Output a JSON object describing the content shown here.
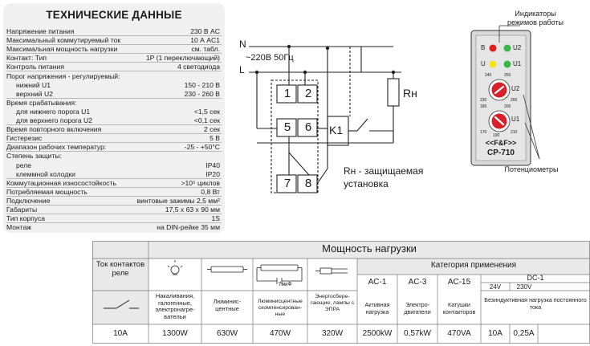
{
  "specs": {
    "title": "ТЕХНИЧЕСКИЕ ДАННЫЕ",
    "rows": [
      {
        "label": "Напряжение питания",
        "value": "230 В AC"
      },
      {
        "label": "Максимальный коммутируемый ток",
        "value": "10 А AC1"
      },
      {
        "label": "Максимальная мощность нагрузки",
        "value": "см. табл."
      },
      {
        "label": "Контакт: Тип",
        "value": "1P (1 переключающий)"
      },
      {
        "label": "Контроль питания",
        "value": "4 светодиода"
      },
      {
        "label": "Порог напряжения - регулируемый:",
        "value": ""
      },
      {
        "label": "нижний U1",
        "value": "150 - 210 В"
      },
      {
        "label": "верхний U2",
        "value": "230 - 260 В"
      },
      {
        "label": "Время срабатывания:",
        "value": ""
      },
      {
        "label": "для нижнего порога U1",
        "value": "<1,5 сек"
      },
      {
        "label": "для верхнего порога U2",
        "value": "<0,1 сек"
      },
      {
        "label": "Время повторного включения",
        "value": "2 сек"
      },
      {
        "label": "Гистерезис",
        "value": "5 В"
      },
      {
        "label": "Диапазон рабочих температур:",
        "value": "-25 - +50°C"
      },
      {
        "label": "Степень защиты:",
        "value": ""
      },
      {
        "label": "реле",
        "value": "IP40"
      },
      {
        "label": "клеммной колодки",
        "value": "IP20"
      },
      {
        "label": "Коммутационная износостойкость",
        "value": ">10⁵ циклов"
      },
      {
        "label": "Потребляемая мощность",
        "value": "0,8 Вт"
      },
      {
        "label": "Подключение",
        "value": "винтовые зажимы 2,5 мм²"
      },
      {
        "label": "Габариты",
        "value": "17,5 x 63 x 90 мм"
      },
      {
        "label": "Тип корпуса",
        "value": "1S"
      },
      {
        "label": "Монтаж",
        "value": "на DIN-рейке 35 мм"
      }
    ]
  },
  "wiring": {
    "n_label": "N",
    "l_label": "L",
    "supply_label": "~220В 50Гц",
    "terminals": [
      "1",
      "2",
      "5",
      "6",
      "7",
      "8"
    ],
    "coil_label": "K1",
    "load_label": "Rн",
    "load_note_1": "Rн - защищаемая",
    "load_note_2": "установка"
  },
  "device": {
    "indicators_label_1": "Индикаторы",
    "indicators_label_2": "режимов работы",
    "led_b": "B",
    "led_u": "U",
    "led_u2": "U2",
    "led_u1": "U1",
    "dial_u2": {
      "label": "U2",
      "min": "240",
      "mid": "250",
      "low": "230",
      "high": "260"
    },
    "dial_u1": {
      "label": "U1",
      "min": "180",
      "mid": "200",
      "low": "170",
      "max": "190",
      "high": "210"
    },
    "brand": "<<F&F>>",
    "model": "CP-710",
    "pots_label": "Потенциометры",
    "colors": {
      "led_red": "#e02020",
      "led_yellow": "#f2e51c",
      "led_green": "#3bb64a",
      "dial": "#d8202a"
    }
  },
  "loads": {
    "header": "Мощность нагрузки",
    "contact_type_header": "Ток контактов реле",
    "category_header": "Категория применения",
    "types": [
      {
        "name": "Накаливания, галогенные, электронагре-вательи",
        "value": "1300W"
      },
      {
        "name": "Люминис-центные",
        "value": "630W"
      },
      {
        "name": "Люминисцентные скомпенсирован-ные",
        "value": "470W"
      },
      {
        "name": "Энергосбере-гающие, лампы с ЭПРА",
        "value": "320W"
      }
    ],
    "capacitor_label": "7мкФ",
    "categories": [
      {
        "code": "AC-1",
        "desc": "Активная нагрузка",
        "value": "2500kW"
      },
      {
        "code": "AC-3",
        "desc": "Электро-двигатели",
        "value": "0,57kW"
      },
      {
        "code": "AC-15",
        "desc": "Катушки контакторов",
        "value": "470VA"
      }
    ],
    "dc": {
      "code": "DC-1",
      "v24": "24V",
      "v230": "230V",
      "desc": "Безиндуктивная нагрузка постоянного тока",
      "val_24": "10A",
      "val_230": "0,25A"
    },
    "current": "10A"
  }
}
